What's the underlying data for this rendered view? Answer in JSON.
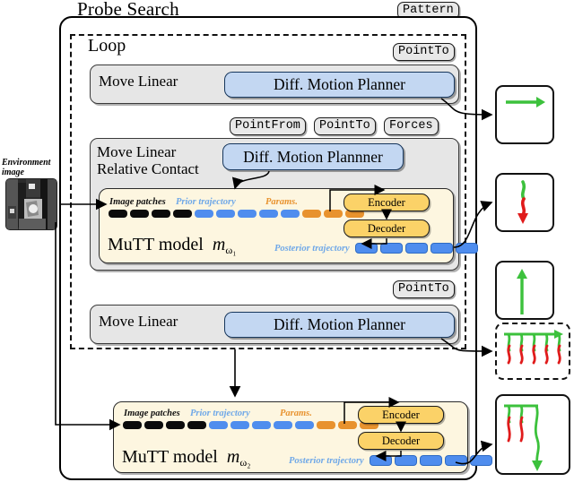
{
  "title": "Probe Search",
  "top_tag": "Pattern",
  "loop": {
    "label": "Loop",
    "tag_top": "PointTo",
    "tag_bottom": "PointTo",
    "middle_tags": [
      "PointFrom",
      "PointTo",
      "Forces"
    ]
  },
  "skills": [
    {
      "name": "Move Linear",
      "planner": "Diff. Motion Planner"
    },
    {
      "name_line1": "Move Linear",
      "name_line2": "Relative Contact",
      "planner": "Diff. Motion Plannner"
    },
    {
      "name": "Move Linear",
      "planner": "Diff. Motion Planner"
    }
  ],
  "mutt_top": {
    "model_name": "MuTT model",
    "model_symbol": "m",
    "model_subscript": "ω₁",
    "labels": {
      "image_patches": "Image patches",
      "prior_trajectory": "Prior trajectory",
      "params": "Params.",
      "posterior_trajectory": "Posterior trajectory"
    },
    "tokens": {
      "black": 4,
      "blue": 5,
      "orange": 3,
      "posterior": 5
    },
    "encoder": "Encoder",
    "decoder": "Decoder"
  },
  "mutt_bottom": {
    "model_name": "MuTT model",
    "model_symbol": "m",
    "model_subscript": "ω₂",
    "labels": {
      "image_patches": "Image patches",
      "prior_trajectory": "Prior trajectory",
      "params": "Params.",
      "posterior_trajectory": "Posterior trajectory"
    },
    "tokens": {
      "black": 4,
      "blue": 5,
      "orange": 3,
      "posterior": 5
    },
    "encoder": "Encoder",
    "decoder": "Decoder"
  },
  "environment": {
    "caption_line1": "Environment",
    "caption_line2": "image"
  },
  "results": [
    {
      "name": "result-move-linear-1",
      "kind": "arrow-right",
      "border": "solid"
    },
    {
      "name": "result-contact-probe",
      "kind": "probe-down",
      "border": "solid"
    },
    {
      "name": "result-move-linear-2",
      "kind": "arrow-up",
      "border": "solid"
    },
    {
      "name": "result-loop-repeat",
      "kind": "probe-multi",
      "border": "dashed"
    },
    {
      "name": "result-final-trajectory",
      "kind": "probe-final",
      "border": "solid"
    }
  ],
  "colors": {
    "planner_fill": "#c3d7f2",
    "planner_stroke": "#16365c",
    "skill_fill": "#e6e6e6",
    "mutt_fill": "#fdf6e0",
    "encoder_fill": "#fbd268",
    "token_blue": "#4f8dee",
    "token_orange": "#e8922e",
    "token_black": "#0b0b0b",
    "trajectory_green": "#3cc13c",
    "trajectory_red": "#e01b1b"
  }
}
